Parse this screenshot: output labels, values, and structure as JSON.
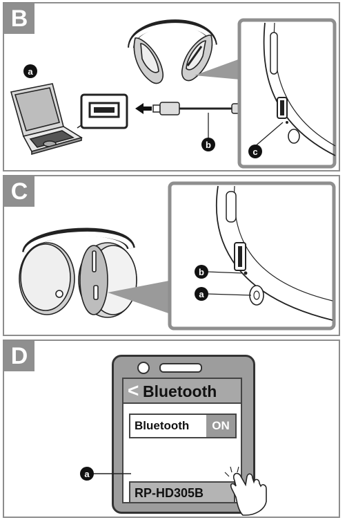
{
  "panels": {
    "b": {
      "label": "B"
    },
    "c": {
      "label": "C"
    },
    "d": {
      "label": "D"
    }
  },
  "callouts": {
    "a": "a",
    "b": "b",
    "c": "c"
  },
  "phone": {
    "header_title": "Bluetooth",
    "toggle_label": "Bluetooth",
    "toggle_state": "ON",
    "device_name": "RP-HD305B"
  },
  "icons": [
    "laptop-icon",
    "usb-port-icon",
    "usb-cable-icon",
    "headphones-icon",
    "hand-tap-icon",
    "back-chevron-icon"
  ]
}
